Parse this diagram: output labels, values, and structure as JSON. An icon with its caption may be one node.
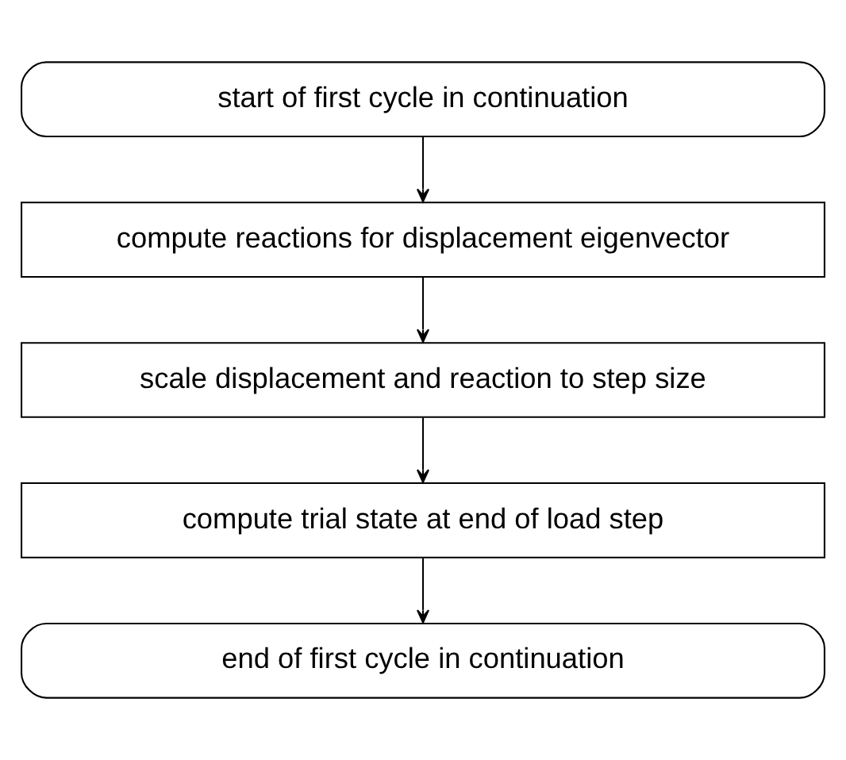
{
  "diagram": {
    "nodes": [
      {
        "text": [
          "start of first cycle in continuation"
        ]
      },
      {
        "text": [
          "compute reactions for displacement eigenvector"
        ]
      },
      {
        "text": [
          "scale displacement and reaction to step size"
        ]
      },
      {
        "text": [
          "compute trial state at end of load step"
        ]
      },
      {
        "text": [
          "end of first cycle in continuation"
        ]
      }
    ],
    "edges": [
      {
        "from": 0,
        "to": 1,
        "arrow": "to"
      },
      {
        "from": 1,
        "to": 2,
        "arrow": "to"
      },
      {
        "from": 2,
        "to": 3,
        "arrow": "to"
      },
      {
        "from": 3,
        "to": 4,
        "arrow": "to"
      }
    ]
  }
}
